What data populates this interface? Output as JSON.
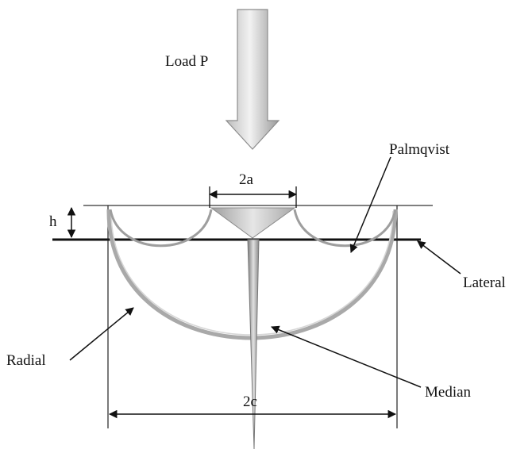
{
  "labels": {
    "load": "Load P",
    "indent_width": "2a",
    "depth": "h",
    "palmqvist": "Palmqvist",
    "lateral": "Lateral",
    "radial": "Radial",
    "median": "Median",
    "crack_width": "2c"
  }
}
